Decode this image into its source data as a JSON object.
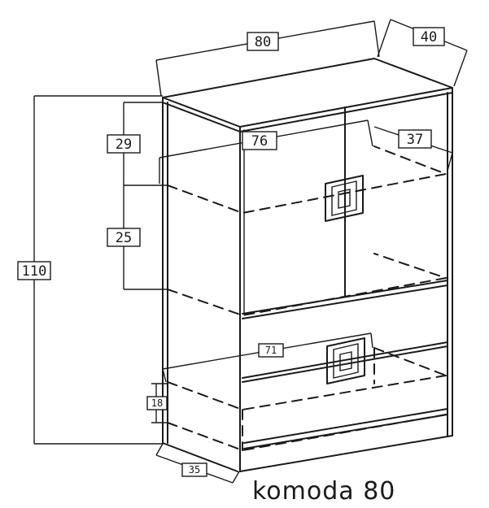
{
  "caption": "komoda 80",
  "dimensions": {
    "width": "80",
    "depth": "40",
    "height": "110",
    "upper_compartment": "29",
    "middle_compartment": "25",
    "inner_width": "76",
    "inner_depth": "37",
    "drawer_width": "71",
    "drawer_height": "18",
    "drawer_depth": "35"
  }
}
